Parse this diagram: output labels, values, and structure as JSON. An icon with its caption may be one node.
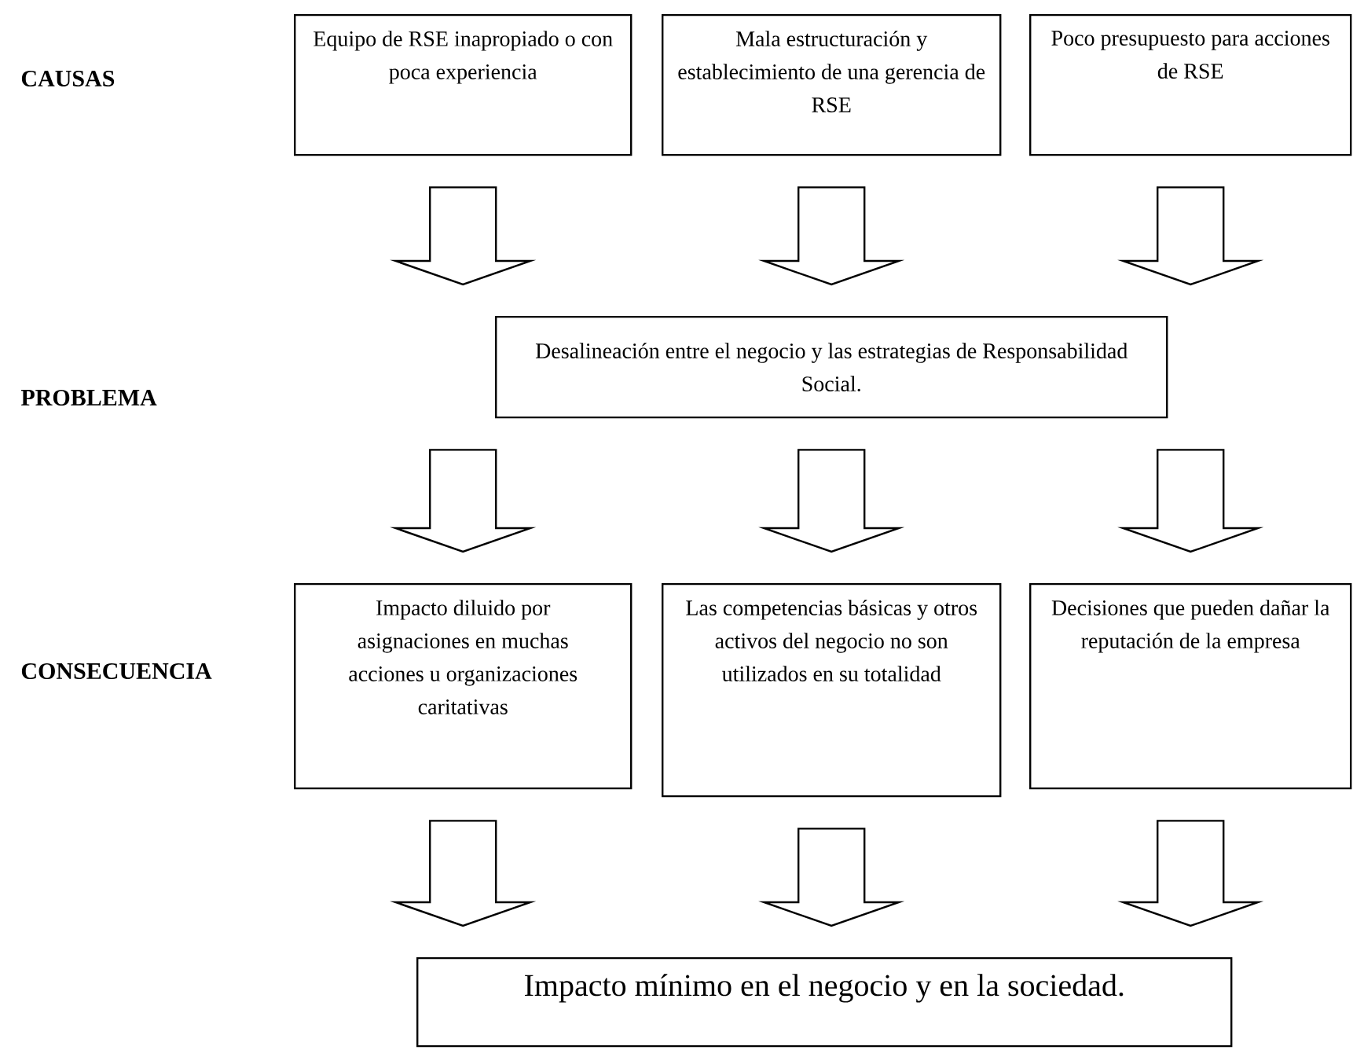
{
  "diagram": {
    "nodes": [
      {
        "text": [
          "Equipo de RSE inapropiado o con poca experiencia"
        ]
      },
      {
        "text": [
          "Mala estructuración y establecimiento de una gerencia de RSE"
        ]
      },
      {
        "text": [
          "Poco presupuesto para acciones de RSE"
        ]
      },
      {
        "text": [
          "Desalineación entre el negocio y las estrategias de Responsabilidad Social."
        ]
      },
      {
        "text": [
          "Impacto diluido por asignaciones en muchas acciones u organizaciones caritativas"
        ]
      },
      {
        "text": [
          "Las competencias básicas y otros activos del negocio no son utilizados en su totalidad"
        ]
      },
      {
        "text": [
          "Decisiones que pueden dañar la reputación de la empresa"
        ]
      },
      {
        "text": [
          "Impacto mínimo en el negocio y en la sociedad."
        ]
      }
    ],
    "edges": [
      {
        "from": 0,
        "to": 3,
        "arrow": "to"
      },
      {
        "from": 1,
        "to": 3,
        "arrow": "to"
      },
      {
        "from": 2,
        "to": 3,
        "arrow": "to"
      },
      {
        "from": 3,
        "to": 4,
        "arrow": "to"
      },
      {
        "from": 3,
        "to": 5,
        "arrow": "to"
      },
      {
        "from": 3,
        "to": 6,
        "arrow": "to"
      },
      {
        "from": 4,
        "to": 7,
        "arrow": "to"
      },
      {
        "from": 5,
        "to": 7,
        "arrow": "to"
      },
      {
        "from": 6,
        "to": 7,
        "arrow": "to"
      }
    ],
    "labels": [
      "CAUSAS",
      "PROBLEMA",
      "CONSECUENCIA"
    ]
  }
}
